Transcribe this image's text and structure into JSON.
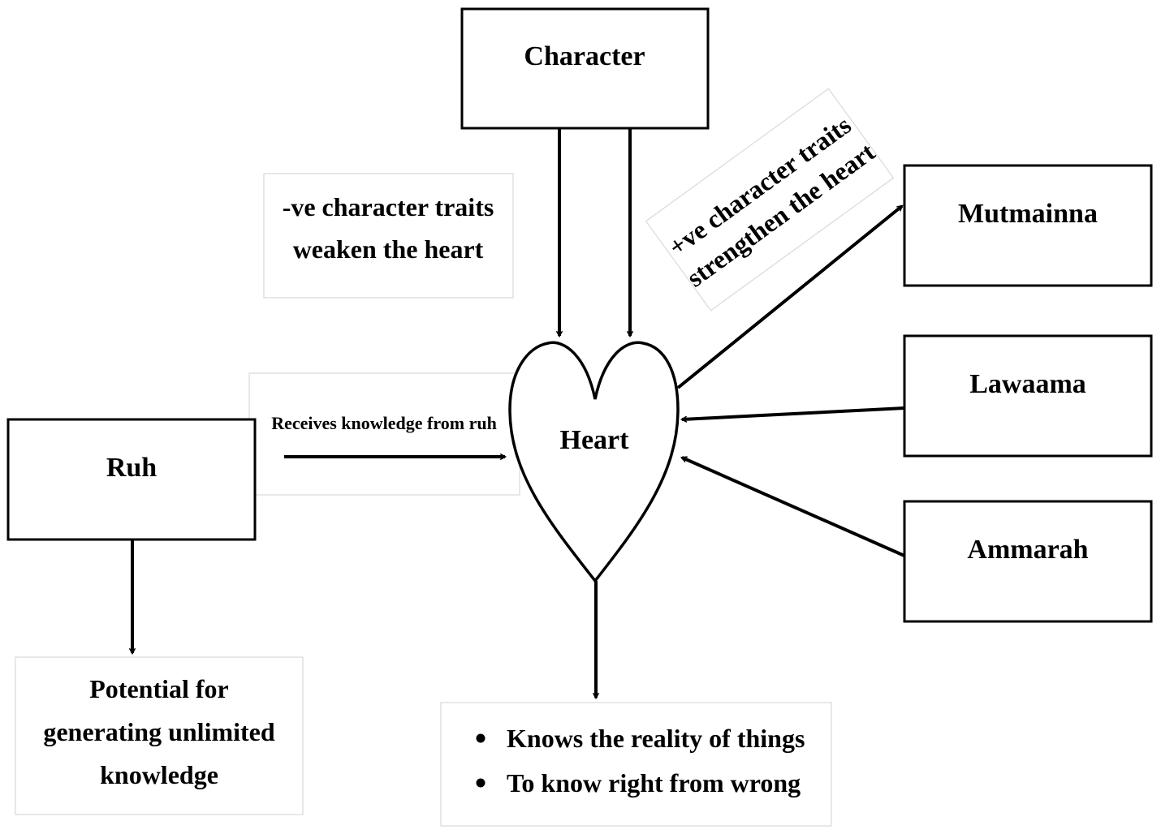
{
  "nodes": {
    "character": "Character",
    "heart": "Heart",
    "ruh": "Ruh",
    "mutmainna": "Mutmainna",
    "lawaama": "Lawaama",
    "ammarah": "Ammarah"
  },
  "labels": {
    "negative_traits": [
      "-ve character traits",
      "weaken the heart"
    ],
    "positive_traits": [
      "+ve character traits",
      "strengthen the heart"
    ],
    "receives_knowledge": "Receives knowledge from ruh",
    "ruh_potential": [
      "Potential for",
      "generating unlimited",
      "knowledge"
    ]
  },
  "heart_outcomes": [
    "Knows the reality of things",
    "To know right from wrong"
  ]
}
